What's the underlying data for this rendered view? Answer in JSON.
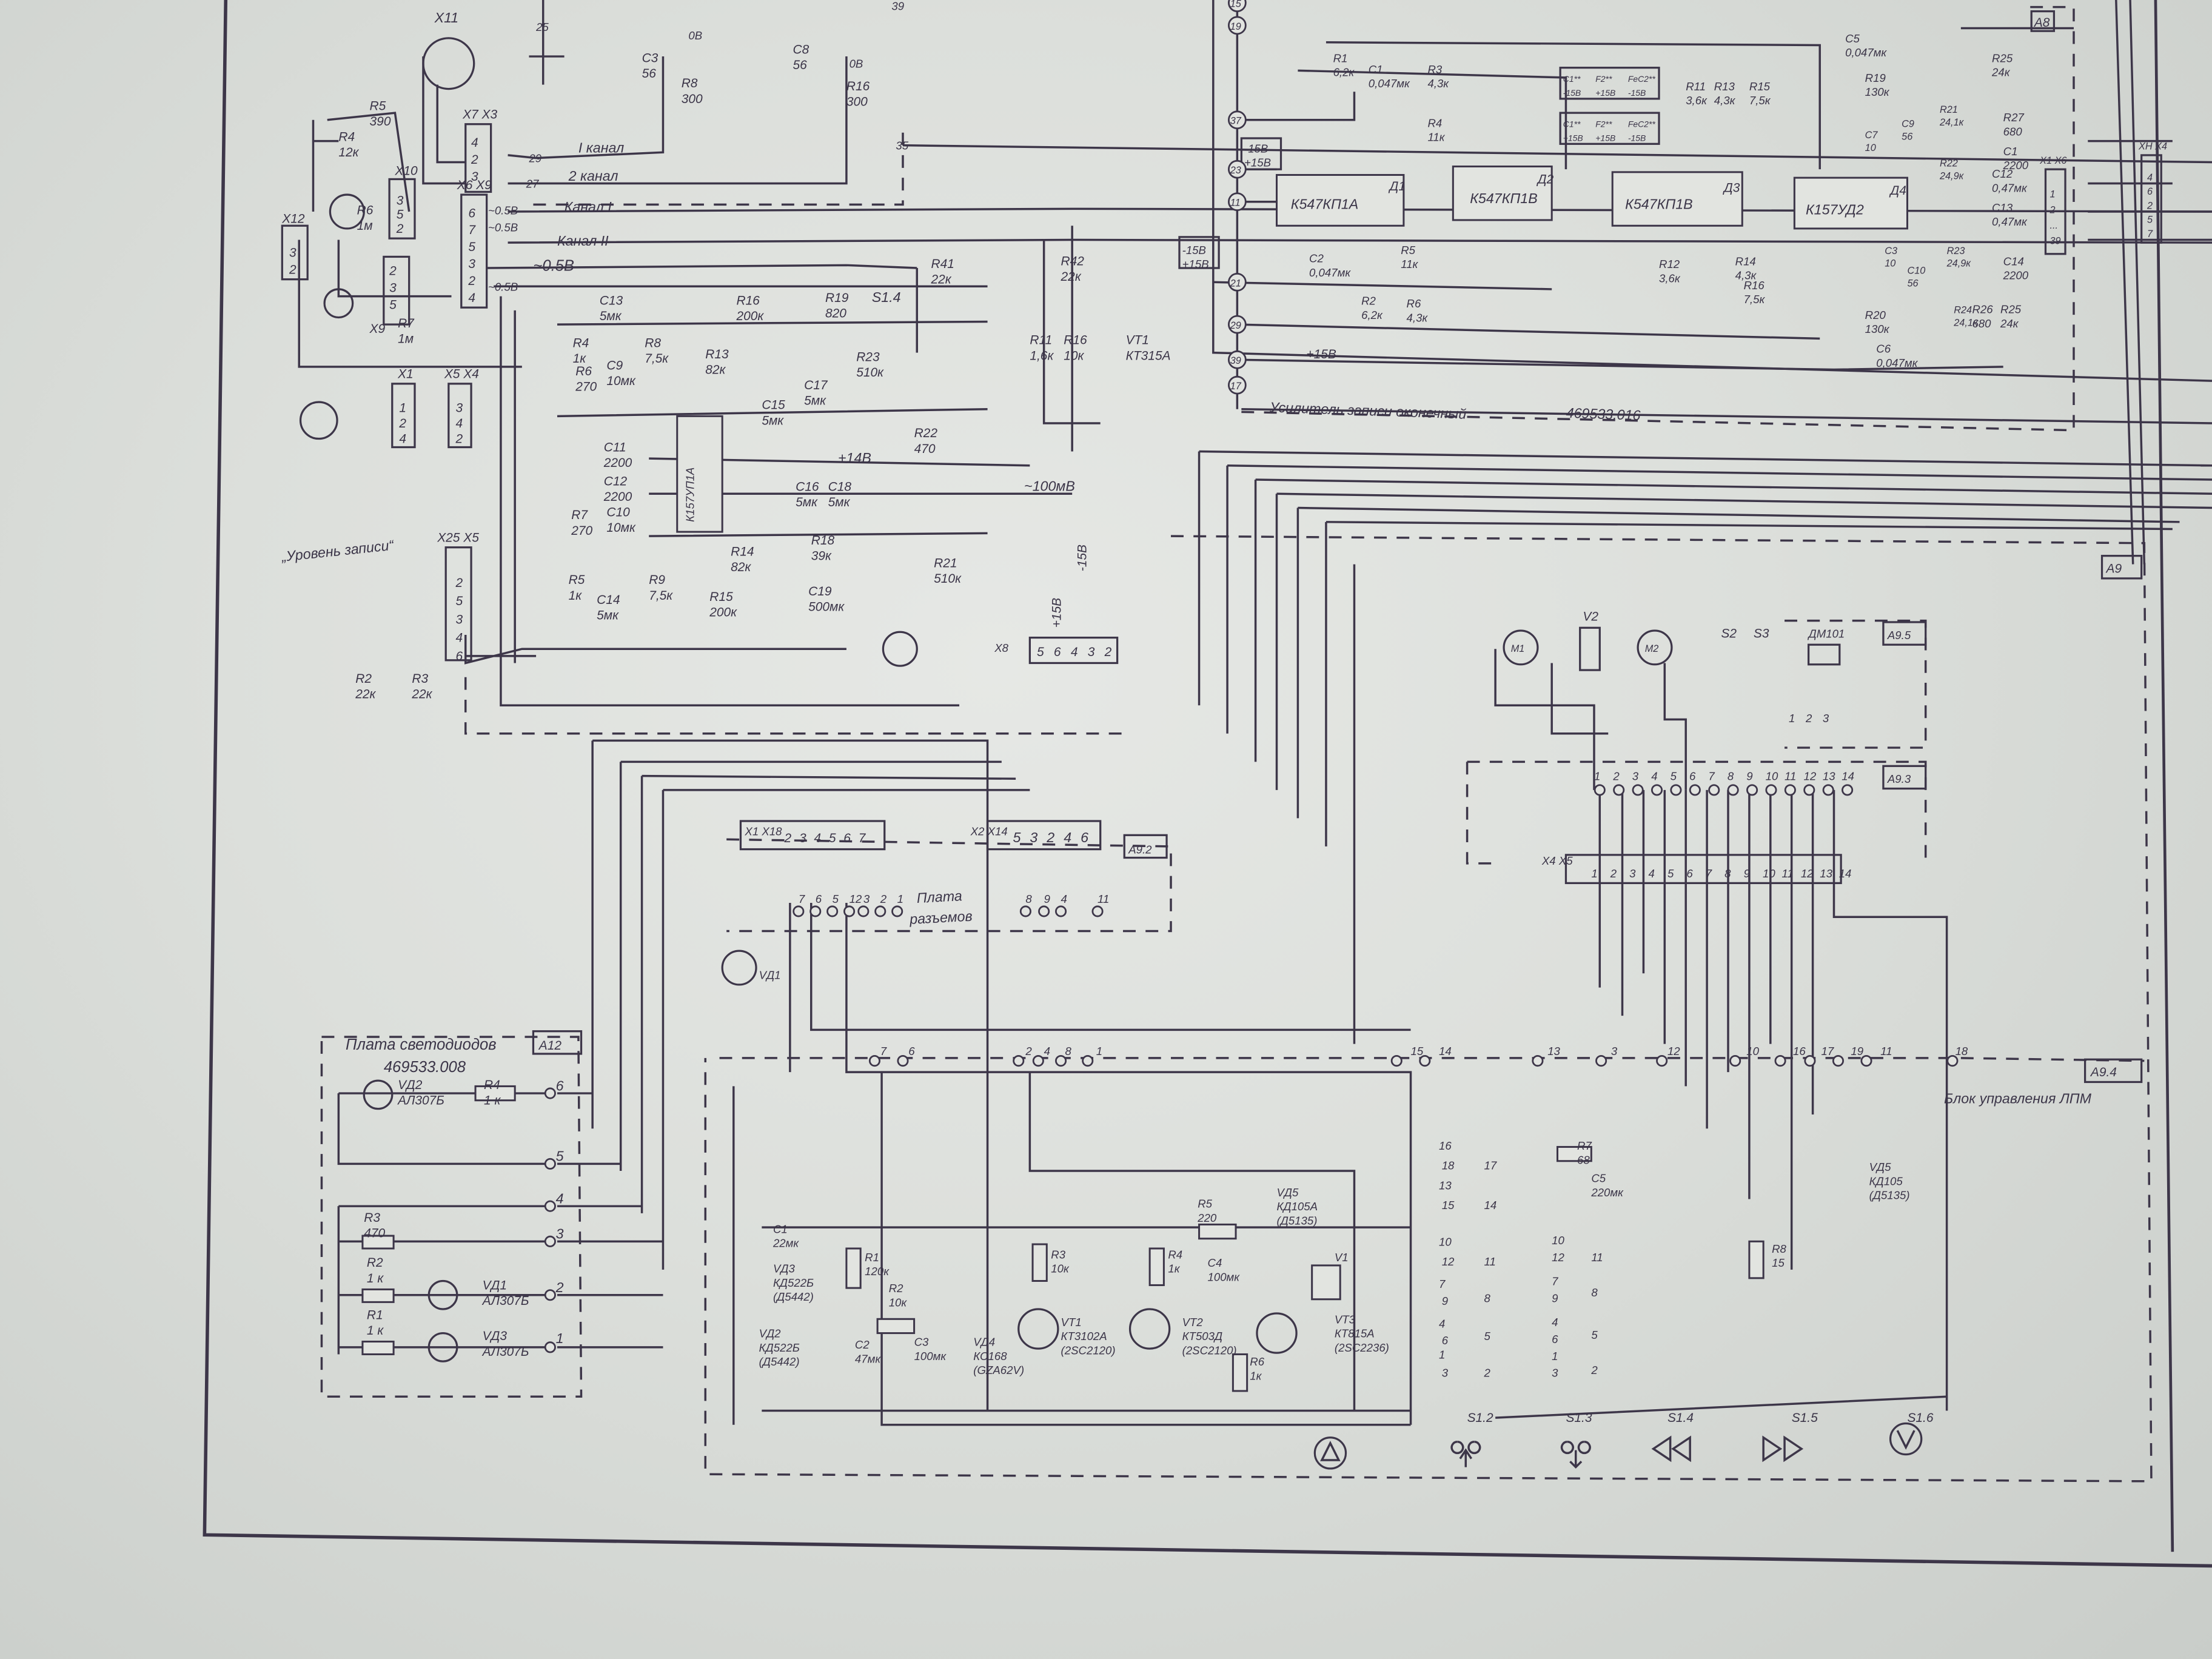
{
  "colors": {
    "paper": "#dfe2de",
    "ink": "#3b3548"
  },
  "top_left": {
    "x11": "X11",
    "r5": {
      "ref": "R5",
      "value": "390"
    },
    "r4": {
      "ref": "R4",
      "value": "12к"
    },
    "x12": "X12",
    "x12_pins": [
      "3",
      "2"
    ],
    "x10": "X10",
    "x10_pins": [
      "3",
      "5",
      "2"
    ],
    "r6": {
      "ref": "R6",
      "value": "1м"
    },
    "r7": {
      "ref": "R7",
      "value": "1м"
    },
    "x9": "X9",
    "x9_pins": [
      "2",
      "3",
      "5"
    ],
    "x7x3": "X7 X3",
    "x7x3_pins": [
      "4",
      "2",
      "3"
    ],
    "x6x9": "X6 X9",
    "x6x9_pins": [
      "6",
      "7",
      "5",
      "3",
      "2",
      "4"
    ],
    "c3": {
      "ref": "C3",
      "value": "56"
    },
    "r8": {
      "ref": "R8",
      "value": "300"
    },
    "c8": {
      "ref": "C8",
      "value": "56"
    },
    "r16": {
      "ref": "R16",
      "value": "300"
    },
    "zero_v": "0В",
    "nodes": [
      "25",
      "29",
      "27",
      "35",
      "39"
    ],
    "ch1": "I канал",
    "ch2": "2 канал",
    "ch_i": "Канал I",
    "ch_ii": "Канал II",
    "v05": "~0.5В",
    "r41": {
      "ref": "R41",
      "value": "22к"
    },
    "r42": {
      "ref": "R42",
      "value": "22к"
    }
  },
  "input_amp": {
    "ic": "К157УП1А",
    "c13": {
      "ref": "C13",
      "value": "5мк"
    },
    "r16": {
      "ref": "R16",
      "value": "200к"
    },
    "r19": {
      "ref": "R19",
      "value": "820"
    },
    "r23": {
      "ref": "R23",
      "value": "510к"
    },
    "s14": "S1.4",
    "r4": {
      "ref": "R4",
      "value": "1к"
    },
    "r8": {
      "ref": "R8",
      "value": "7,5к"
    },
    "r6": {
      "ref": "R6",
      "value": "270"
    },
    "c9": {
      "ref": "C9",
      "value": "10мк"
    },
    "r13": {
      "ref": "R13",
      "value": "82к"
    },
    "c17": {
      "ref": "C17",
      "value": "5мк"
    },
    "c15": {
      "ref": "C15",
      "value": "5мк"
    },
    "c11": {
      "ref": "C11",
      "value": "2200"
    },
    "c12": {
      "ref": "C12",
      "value": "2200"
    },
    "r22": {
      "ref": "R22",
      "value": "470"
    },
    "v14": "+14В",
    "mv100": "~100мВ",
    "c16": {
      "ref": "C16",
      "value": "5мк"
    },
    "c18": {
      "ref": "C18",
      "value": "5мк"
    },
    "r7": {
      "ref": "R7",
      "value": "270"
    },
    "c10": {
      "ref": "C10",
      "value": "10мк"
    },
    "r18": {
      "ref": "R18",
      "value": "39к"
    },
    "r14": {
      "ref": "R14",
      "value": "82к"
    },
    "c19": {
      "ref": "C19",
      "value": "500мк"
    },
    "r21": {
      "ref": "R21",
      "value": "510к"
    },
    "r5": {
      "ref": "R5",
      "value": "1к"
    },
    "c14": {
      "ref": "C14",
      "value": "5мк"
    },
    "r9": {
      "ref": "R9",
      "value": "7,5к"
    },
    "r15": {
      "ref": "R15",
      "value": "200к"
    },
    "x1": "X1",
    "x1_pins": [
      "1",
      "2",
      "4"
    ],
    "x5x4": "X5 X4",
    "x5x4_pins": [
      "3",
      "4",
      "2"
    ],
    "rec_level": "„Уровень записи“",
    "x25x5": "X25 X5",
    "x25x5_pins": [
      "2",
      "5",
      "3",
      "4",
      "6"
    ],
    "r2": {
      "ref": "R2",
      "value": "22к"
    },
    "r3": {
      "ref": "R3",
      "value": "22к"
    },
    "x8": "X8",
    "x8_pins": [
      "5",
      "6",
      "4",
      "3",
      "2"
    ],
    "p15": "+15В",
    "m15": "-15В",
    "r11": {
      "ref": "R11",
      "value": "1,6к"
    },
    "r16b": {
      "ref": "R16",
      "value": "10к"
    },
    "vt1": {
      "ref": "VT1",
      "value": "КТ315А"
    }
  },
  "output_amp": {
    "title": "Усилитель записи оконечный",
    "code": "469533.016",
    "block_id": "A8",
    "d1": {
      "ref": "Д1",
      "type": "К547КП1А"
    },
    "d2": {
      "ref": "Д2",
      "type": "К547КП1В"
    },
    "d3": {
      "ref": "Д3",
      "type": "К547КП1В"
    },
    "d4": {
      "ref": "Д4",
      "type": "К157УД2"
    },
    "r1": {
      "ref": "R1",
      "value": "6,2к"
    },
    "c1": {
      "ref": "C1",
      "value": "0,047мк"
    },
    "r3": {
      "ref": "R3",
      "value": "4,3к"
    },
    "r4": {
      "ref": "R4",
      "value": "11к"
    },
    "c2": {
      "ref": "C2",
      "value": "0,047мк"
    },
    "r5": {
      "ref": "R5",
      "value": "11к"
    },
    "r2": {
      "ref": "R2",
      "value": "6,2к"
    },
    "r6": {
      "ref": "R6",
      "value": "4,3к"
    },
    "p15": "+15В",
    "r11": {
      "ref": "R11",
      "value": "3,6к"
    },
    "r13": {
      "ref": "R13",
      "value": "4,3к"
    },
    "r15": {
      "ref": "R15",
      "value": "7,5к"
    },
    "r12": {
      "ref": "R12",
      "value": "3,6к"
    },
    "r14": {
      "ref": "R14",
      "value": "4,3к"
    },
    "r16": {
      "ref": "R16",
      "value": "7,5к"
    },
    "c5": {
      "ref": "C5",
      "value": "0,047мк"
    },
    "r19": {
      "ref": "R19",
      "value": "130к"
    },
    "r25": {
      "ref": "R25",
      "value": "24к"
    },
    "r27": {
      "ref": "R27",
      "value": "680"
    },
    "c1b": {
      "ref": "C1",
      "value": "2200"
    },
    "c12": {
      "ref": "C12",
      "value": "0,47мк"
    },
    "c13": {
      "ref": "C13",
      "value": "0,47мк"
    },
    "c14": {
      "ref": "C14",
      "value": "2200"
    },
    "r20": {
      "ref": "R20",
      "value": "130к"
    },
    "c6": {
      "ref": "C6",
      "value": "0,047мк"
    },
    "r26": {
      "ref": "R26",
      "value": "680"
    },
    "r25b": {
      "ref": "R25",
      "value": "24к"
    },
    "c7": {
      "ref": "C7",
      "value": "10"
    },
    "c9": {
      "ref": "C9",
      "value": "56"
    },
    "c3": {
      "ref": "C3",
      "value": "10"
    },
    "c10": {
      "ref": "C10",
      "value": "56"
    },
    "r21": {
      "ref": "R21",
      "value": "24,1к"
    },
    "r22": {
      "ref": "R22",
      "value": "24,9к"
    },
    "r23": {
      "ref": "R23",
      "value": "24,9к"
    },
    "r24": {
      "ref": "R24",
      "value": "24,1к"
    },
    "supply_a": [
      "-15В",
      "+15В"
    ],
    "supply_b": [
      "-15В",
      "+15В"
    ],
    "table1": [
      "C1**",
      "F2**",
      "FeC2**",
      "-15В",
      "+15В",
      "-15В"
    ],
    "table2": [
      "C1**",
      "F2**",
      "FeC2**",
      "+15В",
      "+15В",
      "-15В"
    ],
    "nodes": [
      "15",
      "19",
      "37",
      "23",
      "11",
      "21",
      "29",
      "39",
      "17"
    ],
    "x1x6": "X1 X6",
    "x1x6_pins": [
      "1",
      "2",
      "...",
      "39"
    ],
    "xhx4": "XH X4",
    "xhx4_pins": [
      "4",
      "6",
      "2",
      "5",
      "7"
    ]
  },
  "a9": {
    "block_id": "A9",
    "a95": "A9.5",
    "a93": "A9.3",
    "a92": "A9.2",
    "m1": "M1",
    "m2": "M2",
    "v2": "V2",
    "s2": "S2",
    "s3": "S3",
    "dm101": "ДМ101",
    "a95_pins": [
      "1",
      "2",
      "3"
    ],
    "a93_pins": [
      "1",
      "2",
      "3",
      "4",
      "5",
      "6",
      "7",
      "8",
      "9",
      "10",
      "11",
      "12",
      "13",
      "14"
    ],
    "x4x5": "X4 X5",
    "x1x18": "X1 X18",
    "x1x18_pins": [
      "2",
      "3",
      "4",
      "5",
      "6",
      "7"
    ],
    "x2x14": "X2 X14",
    "x2x14_pins": [
      "5",
      "3",
      "2",
      "4",
      "6"
    ],
    "connector_board": [
      "Плата",
      "разъемов"
    ],
    "board_pins": [
      "7",
      "6",
      "5",
      "12",
      "3",
      "2",
      "1",
      "8",
      "9",
      "4",
      "11"
    ],
    "vd1": "VД1"
  },
  "control": {
    "block_id": "A9.4",
    "title": "Блок управления ЛПМ",
    "line_pins": [
      "7",
      "6",
      "2",
      "4",
      "8",
      "1",
      "15",
      "14",
      "13",
      "3",
      "12",
      "10",
      "16",
      "17",
      "19",
      "11",
      "18"
    ],
    "c1": {
      "ref": "C1",
      "value": "22мк"
    },
    "vd3": {
      "ref": "VД3",
      "value": "КД522Б",
      "alt": "(Д5442)"
    },
    "vd2": {
      "ref": "VД2",
      "value": "КД522Б",
      "alt": "(Д5442)"
    },
    "r1": {
      "ref": "R1",
      "value": "120к"
    },
    "r2": {
      "ref": "R2",
      "value": "10к"
    },
    "c2": {
      "ref": "C2",
      "value": "47мк"
    },
    "c3": {
      "ref": "C3",
      "value": "100мк"
    },
    "vd4": {
      "ref": "VД4",
      "value": "КС168",
      "alt": "(GZA62V)"
    },
    "r3": {
      "ref": "R3",
      "value": "10к"
    },
    "vt1": {
      "ref": "VT1",
      "value": "КТ3102А",
      "alt": "(2SC2120)"
    },
    "r4": {
      "ref": "R4",
      "value": "1к"
    },
    "c4": {
      "ref": "C4",
      "value": "100мк"
    },
    "vt2": {
      "ref": "VT2",
      "value": "КТ503Д",
      "alt": "(2SC2120)"
    },
    "r5": {
      "ref": "R5",
      "value": "220"
    },
    "vd5": {
      "ref": "VД5",
      "value": "КД105А",
      "alt": "(Д5135)"
    },
    "v1": "V1",
    "r6": {
      "ref": "R6",
      "value": "1к"
    },
    "vt3": {
      "ref": "VT3",
      "value": "КТ815А",
      "alt": "(2SC2236)"
    },
    "r7": {
      "ref": "R7",
      "value": "68"
    },
    "c5": {
      "ref": "C5",
      "value": "220мк"
    },
    "vd5b": {
      "ref": "VД5",
      "value": "КД105",
      "alt": "(Д5135)"
    },
    "r8": {
      "ref": "R8",
      "value": "15"
    },
    "switches": [
      "S1.2",
      "S1.3",
      "S1.4",
      "S1.5",
      "S1.6"
    ],
    "contacts_a": [
      "16",
      "18",
      "17",
      "13",
      "15",
      "14",
      "10",
      "12",
      "11",
      "7",
      "9",
      "8",
      "4",
      "6",
      "5",
      "1",
      "3",
      "2"
    ],
    "contacts_b": [
      "10",
      "12",
      "11",
      "7",
      "9",
      "8",
      "4",
      "6",
      "5",
      "1",
      "3",
      "2"
    ],
    "mode_icons": [
      "stop-icon",
      "record-icon",
      "play-icon",
      "rewind-icon",
      "fast-forward-icon",
      "pause-icon"
    ]
  },
  "led_board": {
    "block_id": "A12",
    "title": "Плата светодиодов",
    "code": "469533.008",
    "vd2": {
      "ref": "VД2",
      "value": "АЛ307Б"
    },
    "r4": {
      "ref": "R4",
      "value": "1 к"
    },
    "r3": {
      "ref": "R3",
      "value": "470"
    },
    "r2": {
      "ref": "R2",
      "value": "1 к"
    },
    "vd1": {
      "ref": "VД1",
      "value": "АЛ307Б"
    },
    "r1": {
      "ref": "R1",
      "value": "1 к"
    },
    "vd3": {
      "ref": "VД3",
      "value": "АЛ307Б"
    },
    "pins": [
      "6",
      "5",
      "4",
      "3",
      "2",
      "1"
    ]
  }
}
